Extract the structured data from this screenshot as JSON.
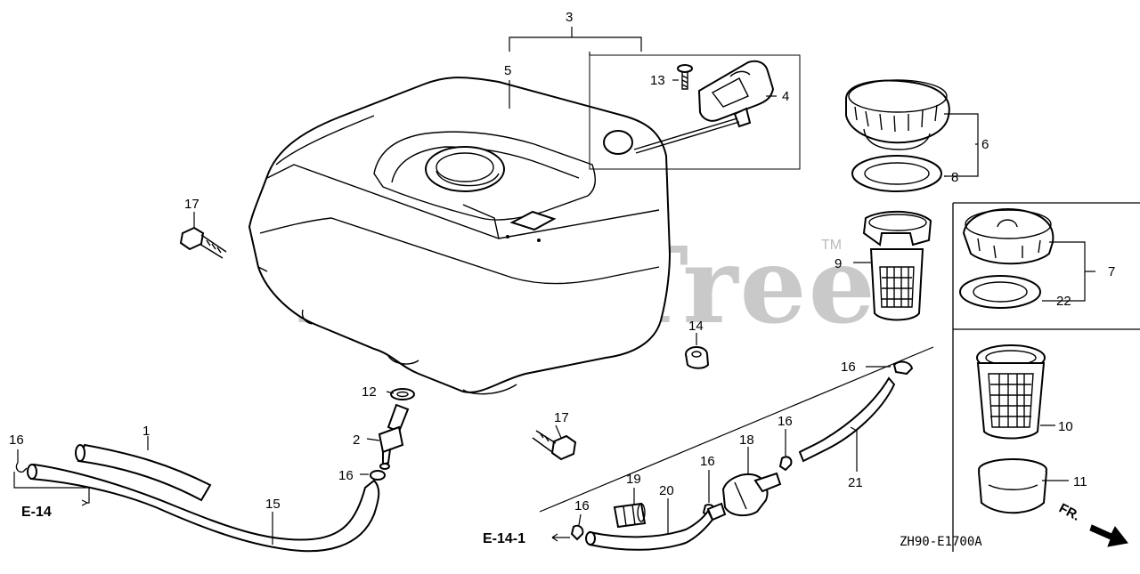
{
  "watermark": {
    "text": "PartsTree",
    "mark": "TM"
  },
  "diagram_code": "ZH90-E1700A",
  "front_indicator": "FR.",
  "references": {
    "e14": "E-14",
    "e141": "E-14-1"
  },
  "callouts": {
    "c1": "1",
    "c2": "2",
    "c3": "3",
    "c4": "4",
    "c5": "5",
    "c6": "6",
    "c7": "7",
    "c8": "8",
    "c9": "9",
    "c10": "10",
    "c11": "11",
    "c12": "12",
    "c13": "13",
    "c14": "14",
    "c15": "15",
    "c16": "16",
    "c17": "17",
    "c18": "18",
    "c19": "19",
    "c20": "20",
    "c21": "21",
    "c22": "22"
  }
}
